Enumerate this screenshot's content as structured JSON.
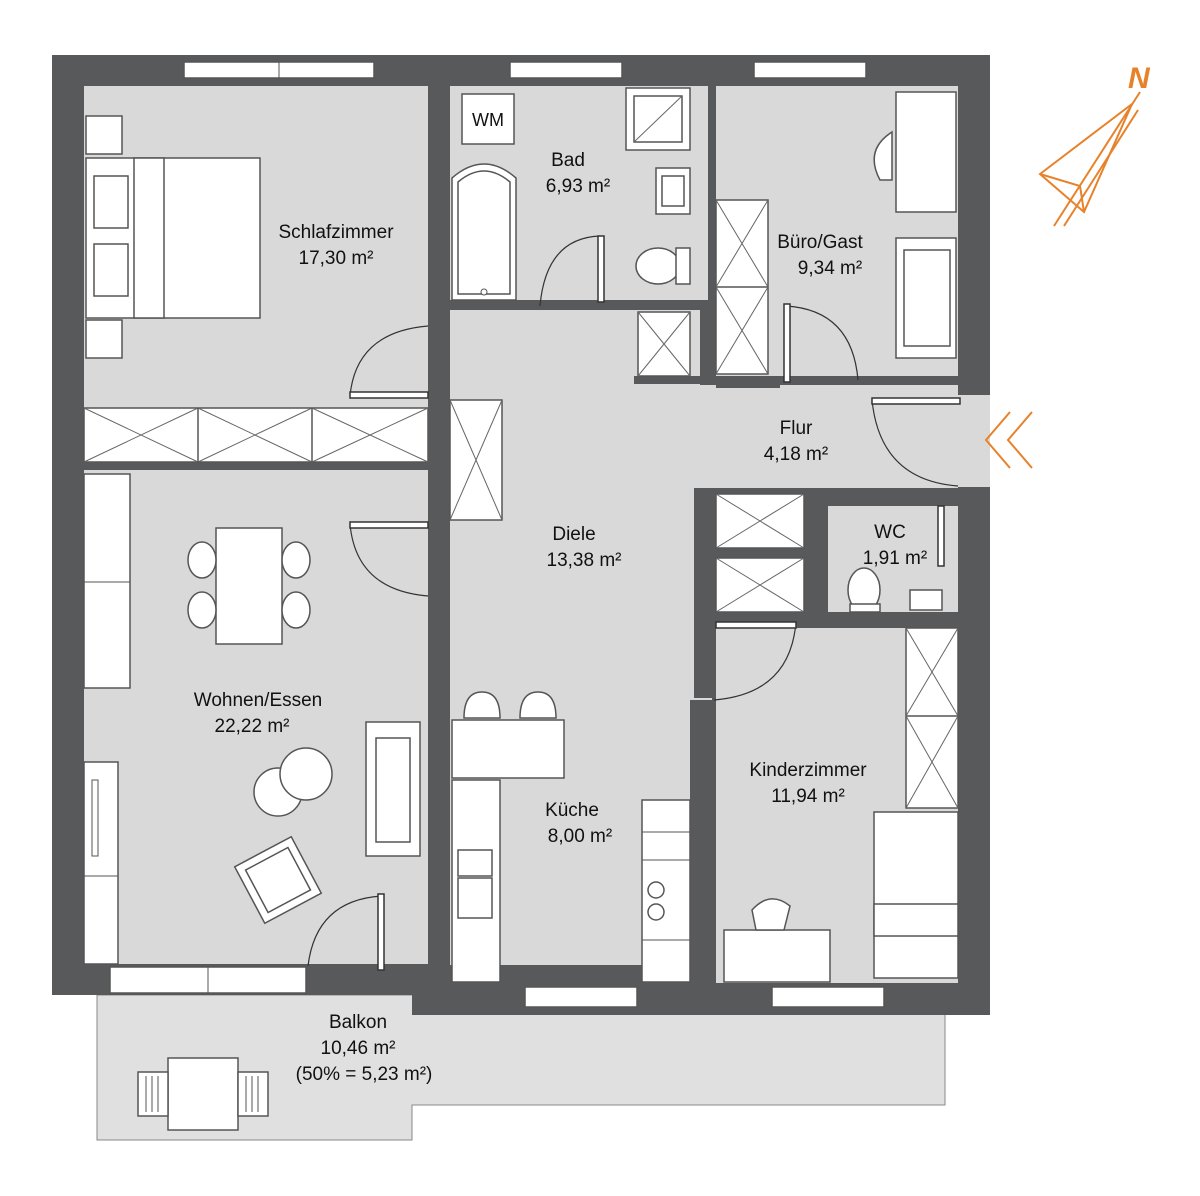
{
  "rooms": [
    {
      "id": "schlafzimmer",
      "name": "Schlafzimmer",
      "area": "17,30 m²"
    },
    {
      "id": "bad",
      "name": "Bad",
      "area": "6,93 m²"
    },
    {
      "id": "buero",
      "name": "Büro/Gast",
      "area": "9,34 m²"
    },
    {
      "id": "flur",
      "name": "Flur",
      "area": "4,18 m²"
    },
    {
      "id": "diele",
      "name": "Diele",
      "area": "13,38 m²"
    },
    {
      "id": "wc",
      "name": "WC",
      "area": "1,91 m²"
    },
    {
      "id": "wohnen",
      "name": "Wohnen/Essen",
      "area": "22,22 m²"
    },
    {
      "id": "kueche",
      "name": "Küche",
      "area": "8,00 m²"
    },
    {
      "id": "kinderzimmer",
      "name": "Kinderzimmer",
      "area": "11,94 m²"
    },
    {
      "id": "balkon",
      "name": "Balkon",
      "area": "10,46 m²",
      "note": "(50% = 5,23 m²)"
    }
  ],
  "fixtures": {
    "washing_machine_label": "WM"
  },
  "compass": {
    "label": "N",
    "color": "#e8822a"
  },
  "entrance": {
    "icon": "entrance-chevron-icon",
    "color": "#e8822a"
  },
  "colors": {
    "wall": "#58595b",
    "floor": "#d9d9d9",
    "accent": "#e8822a"
  }
}
